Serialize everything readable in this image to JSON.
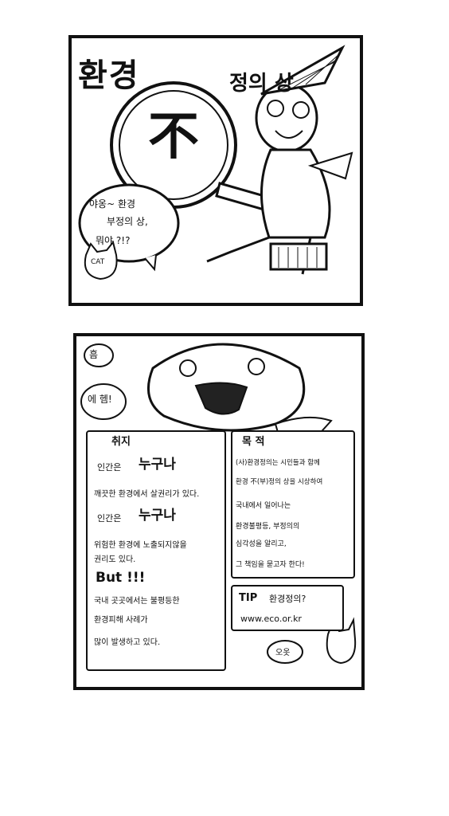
{
  "panel1": {
    "title_main": "환경",
    "title_mark": "不",
    "title_sub": "정의 상",
    "bubble_lines": [
      "야옹~ 환경",
      "부정의 상,",
      "뭐야 ?!?"
    ],
    "cat_label": "CAT"
  },
  "panel2": {
    "exclaim_1": "흠",
    "exclaim_2": "에 헴!",
    "purpose": {
      "heading": "취지",
      "line1_prefix": "인간은",
      "line1_word": "누구나",
      "line2": "깨끗한 환경에서 살권리가 있다.",
      "line3_prefix": "인간은",
      "line3_word": "누구나",
      "line4": "위험한 환경에 노출되지않을",
      "line5": "권리도 있다.",
      "line6": "But !!!",
      "line7": "국내 곳곳에서는 불평등한",
      "line8": "환경피해 사례가",
      "line9": "많이 발생하고 있다."
    },
    "goal": {
      "heading": "목 적",
      "line1": "(사)환경정의는 시민들과 함께",
      "line2": "환경 不(부)정의 상을 시상하여",
      "line3": "국내에서 일어나는",
      "line4": "환경불평등, 부정의의",
      "line5": "심각성을 알리고,",
      "line6": "그 책임을 묻고자 한다!"
    },
    "tip": {
      "label": "TIP",
      "title": "환경정의?",
      "url": "www.eco.or.kr",
      "cat_says": "오옷"
    }
  }
}
